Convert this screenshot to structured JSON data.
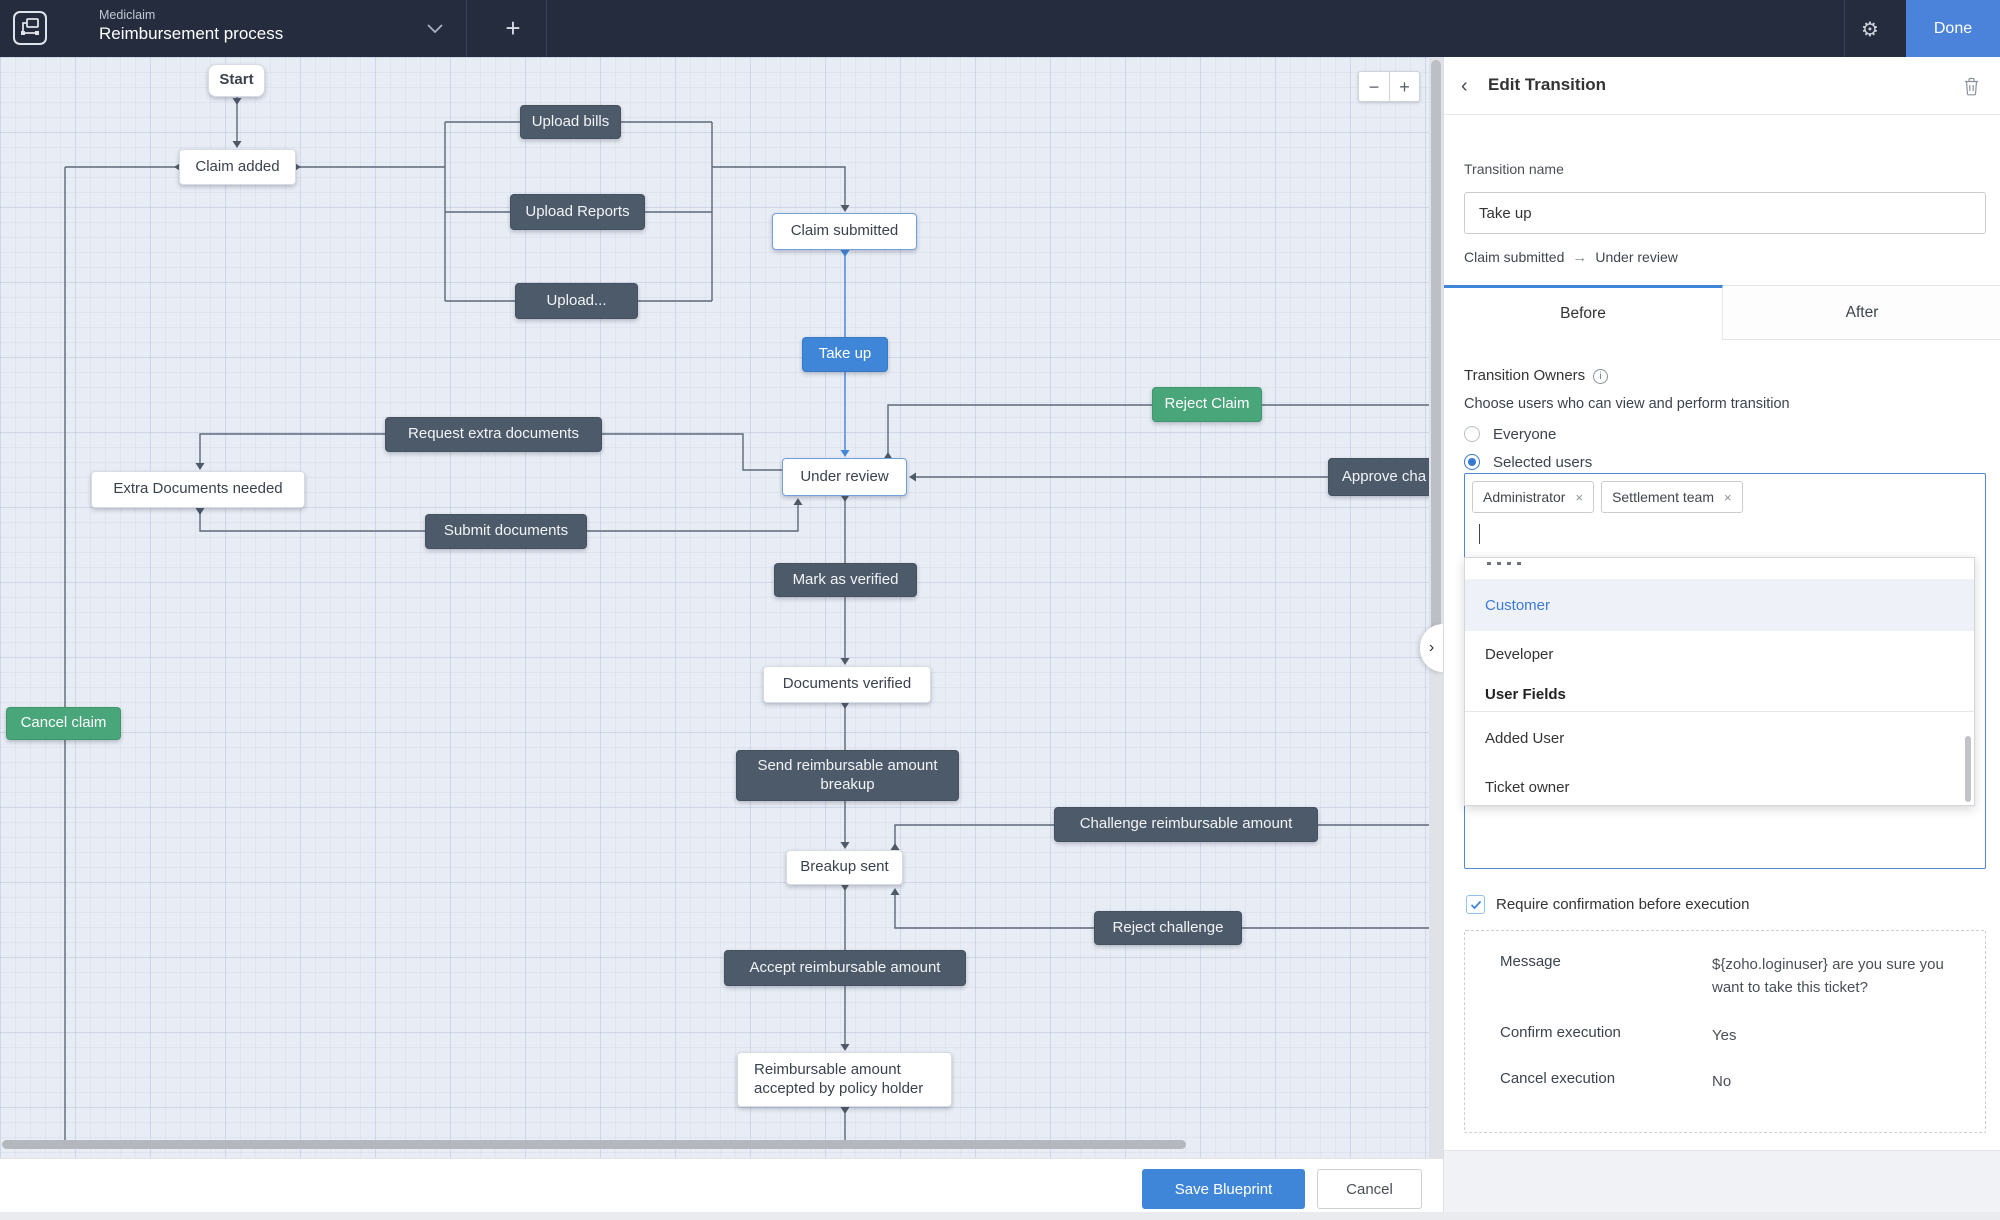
{
  "topbar": {
    "app": "Mediclaim",
    "process": "Reimbursement process",
    "done": "Done"
  },
  "canvas": {
    "zoom_out": "−",
    "zoom_in": "+",
    "nodes": [
      {
        "id": "start",
        "label": "Start",
        "kind": "state-start"
      },
      {
        "id": "claim-added",
        "label": "Claim added",
        "kind": "state"
      },
      {
        "id": "upload-bills",
        "label": "Upload bills",
        "kind": "transition"
      },
      {
        "id": "upload-reports",
        "label": "Upload Reports",
        "kind": "transition"
      },
      {
        "id": "upload-more",
        "label": "Upload...",
        "kind": "transition"
      },
      {
        "id": "claim-submitted",
        "label": "Claim submitted",
        "kind": "state-selected"
      },
      {
        "id": "take-up",
        "label": "Take up",
        "kind": "transition-active"
      },
      {
        "id": "reject-claim",
        "label": "Reject Claim",
        "kind": "transition-green"
      },
      {
        "id": "request-extra-documents",
        "label": "Request extra documents",
        "kind": "transition"
      },
      {
        "id": "extra-documents-needed",
        "label": "Extra Documents needed",
        "kind": "state"
      },
      {
        "id": "under-review",
        "label": "Under review",
        "kind": "state-selected"
      },
      {
        "id": "approve-challenge",
        "label": "Approve cha",
        "kind": "transition"
      },
      {
        "id": "submit-documents",
        "label": "Submit documents",
        "kind": "transition"
      },
      {
        "id": "mark-as-verified",
        "label": "Mark as verified",
        "kind": "transition"
      },
      {
        "id": "documents-verified",
        "label": "Documents verified",
        "kind": "state"
      },
      {
        "id": "cancel-claim",
        "label": "Cancel claim",
        "kind": "transition-green"
      },
      {
        "id": "send-reimbursable-breakup",
        "label": "Send reimbursable amount breakup",
        "kind": "transition"
      },
      {
        "id": "challenge-reimbursable",
        "label": "Challenge reimbursable amount",
        "kind": "transition"
      },
      {
        "id": "breakup-sent",
        "label": "Breakup sent",
        "kind": "state"
      },
      {
        "id": "reject-challenge",
        "label": "Reject challenge",
        "kind": "transition"
      },
      {
        "id": "accept-reimbursable",
        "label": "Accept reimbursable amount",
        "kind": "transition"
      },
      {
        "id": "reimbursable-accepted",
        "label": "Reimbursable amount accepted by policy holder",
        "kind": "state"
      }
    ]
  },
  "panel": {
    "header": "Edit Transition",
    "transition_name_label": "Transition name",
    "transition_name_value": "Take up",
    "route_from": "Claim submitted",
    "route_arrow": "→",
    "route_to": "Under review",
    "tab_before": "Before",
    "tab_after": "After",
    "owners_label": "Transition Owners",
    "info_glyph": "i",
    "owners_help": "Choose users who can view and perform transition",
    "radio_everyone": "Everyone",
    "radio_selected": "Selected users",
    "chips": [
      {
        "label": "Administrator",
        "remove": "×"
      },
      {
        "label": "Settlement team",
        "remove": "×"
      }
    ],
    "dropdown_items": [
      {
        "label": "Customer",
        "state": "highlighted"
      },
      {
        "label": "Developer",
        "state": "normal"
      },
      {
        "label": "User Fields",
        "state": "header"
      },
      {
        "label": "Added User",
        "state": "normal"
      },
      {
        "label": "Ticket owner",
        "state": "normal"
      }
    ],
    "confirm_checkbox": "Require confirmation before execution",
    "message_label": "Message",
    "message_value": "${zoho.loginuser} are you sure you want to take this ticket?",
    "confirm_exec_label": "Confirm execution",
    "confirm_exec_value": "Yes",
    "cancel_exec_label": "Cancel execution",
    "cancel_exec_value": "No"
  },
  "footer": {
    "save": "Save Blueprint",
    "cancel": "Cancel"
  },
  "colors": {
    "accent_blue": "#4086d8",
    "topbar_bg": "#242c3d",
    "node_dark": "#4d5a6a",
    "node_green": "#49a67b",
    "selected_border": "#72a0dd",
    "edge": "#5d6878"
  }
}
